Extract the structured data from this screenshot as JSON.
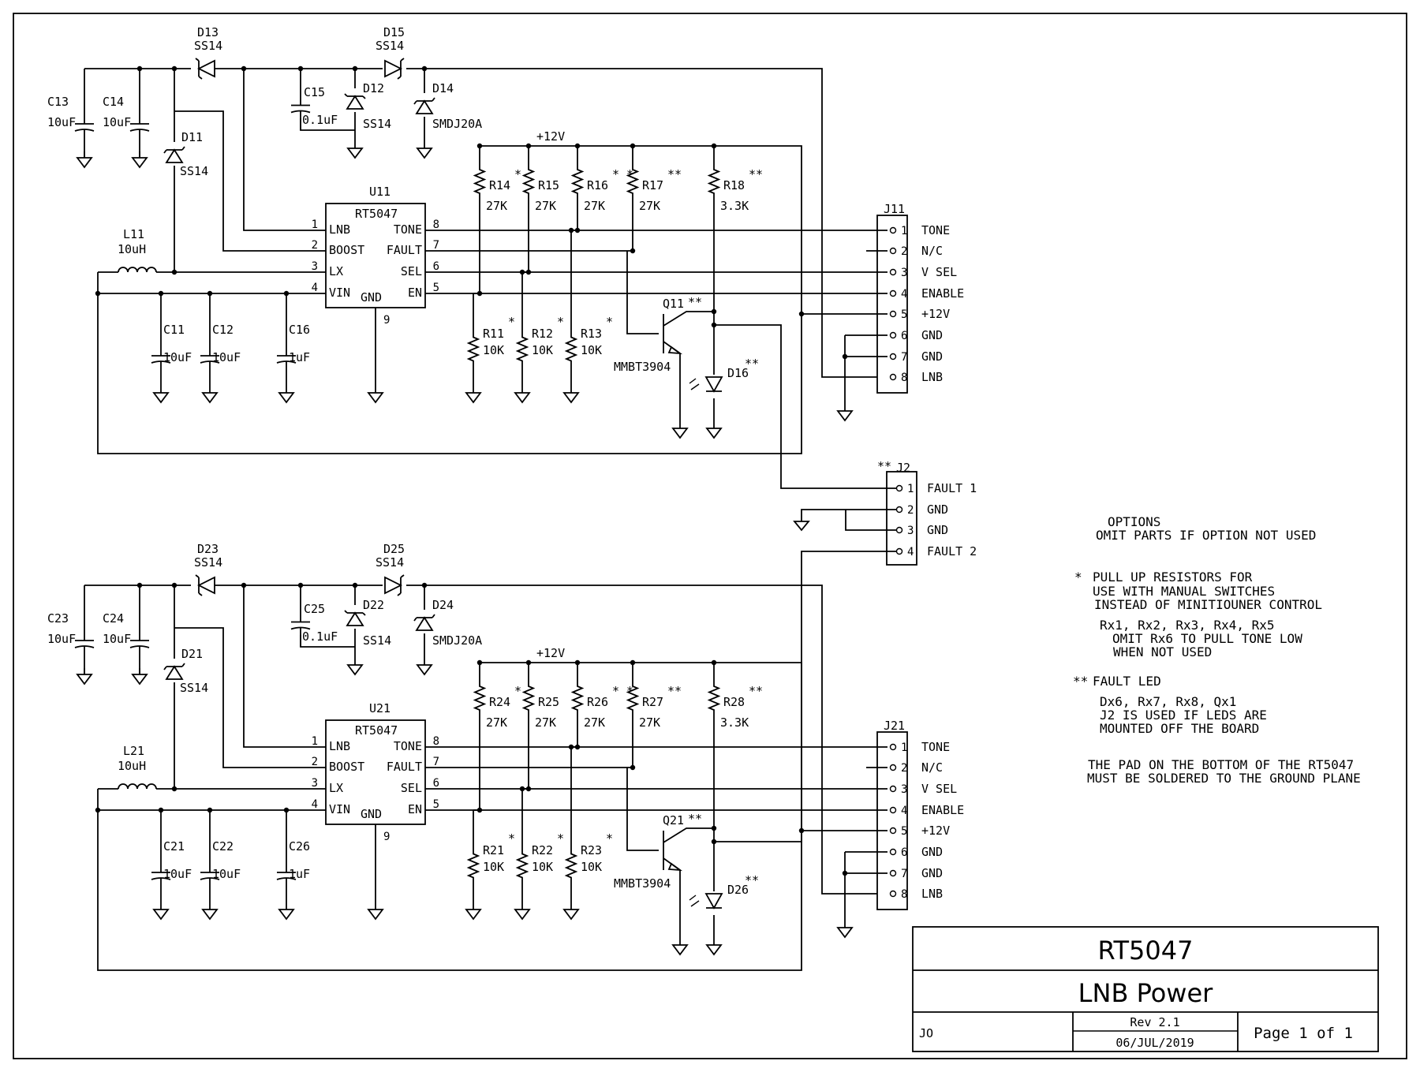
{
  "title_block": {
    "title": "RT5047",
    "subtitle": "LNB Power",
    "author": "JO",
    "rev": "Rev 2.1",
    "date": "06/JUL/2019",
    "page": "Page 1 of 1"
  },
  "channels": [
    {
      "ic": {
        "ref": "U11",
        "part": "RT5047",
        "gnd_pin": "9",
        "left_pins": [
          {
            "num": "1",
            "name": "LNB"
          },
          {
            "num": "2",
            "name": "BOOST"
          },
          {
            "num": "3",
            "name": "LX"
          },
          {
            "num": "4",
            "name": "VIN"
          }
        ],
        "right_pins": [
          {
            "num": "8",
            "name": "TONE"
          },
          {
            "num": "7",
            "name": "FAULT"
          },
          {
            "num": "6",
            "name": "SEL"
          },
          {
            "num": "5",
            "name": "EN"
          }
        ],
        "gnd_label": "GND"
      },
      "d_top1": {
        "ref": "D13",
        "val": "SS14"
      },
      "d_top2": {
        "ref": "D15",
        "val": "SS14"
      },
      "d_mid": {
        "ref": "D12",
        "val": "SS14"
      },
      "d_tvs": {
        "ref": "D14",
        "val": "SMDJ20A"
      },
      "d_left": {
        "ref": "D11",
        "val": "SS14"
      },
      "c_a": {
        "ref": "C13",
        "val": "10uF"
      },
      "c_b": {
        "ref": "C14",
        "val": "10uF"
      },
      "c_boost": {
        "ref": "C15",
        "val": "0.1uF"
      },
      "c_in1": {
        "ref": "C11",
        "val": "10uF"
      },
      "c_in2": {
        "ref": "C12",
        "val": "10uF"
      },
      "c_in3": {
        "ref": "C16",
        "val": "1uF"
      },
      "inductor": {
        "ref": "L11",
        "val": "10uH"
      },
      "rail": "+12V",
      "pullups": [
        {
          "ref": "R14",
          "val": "27K",
          "mark": "*"
        },
        {
          "ref": "R15",
          "val": "27K",
          "mark": ""
        },
        {
          "ref": "R16",
          "val": "27K",
          "mark": "* *"
        },
        {
          "ref": "R17",
          "val": "27K",
          "mark": "**"
        },
        {
          "ref": "R18",
          "val": "3.3K",
          "mark": "**"
        }
      ],
      "pulldowns": [
        {
          "ref": "R11",
          "val": "10K",
          "mark": "*"
        },
        {
          "ref": "R12",
          "val": "10K",
          "mark": "*"
        },
        {
          "ref": "R13",
          "val": "10K",
          "mark": "*"
        }
      ],
      "transistor": {
        "ref": "Q11",
        "mark": "**",
        "part": "MMBT3904"
      },
      "led": {
        "ref": "D16",
        "mark": "**"
      },
      "connector": {
        "ref": "J11",
        "pins": [
          {
            "num": "1",
            "name": "TONE"
          },
          {
            "num": "2",
            "name": "N/C"
          },
          {
            "num": "3",
            "name": "V  SEL"
          },
          {
            "num": "4",
            "name": "ENABLE"
          },
          {
            "num": "5",
            "name": "+12V"
          },
          {
            "num": "6",
            "name": "GND"
          },
          {
            "num": "7",
            "name": "GND"
          },
          {
            "num": "8",
            "name": "LNB"
          }
        ]
      }
    },
    {
      "ic": {
        "ref": "U21",
        "part": "RT5047",
        "gnd_pin": "9",
        "left_pins": [
          {
            "num": "1",
            "name": "LNB"
          },
          {
            "num": "2",
            "name": "BOOST"
          },
          {
            "num": "3",
            "name": "LX"
          },
          {
            "num": "4",
            "name": "VIN"
          }
        ],
        "right_pins": [
          {
            "num": "8",
            "name": "TONE"
          },
          {
            "num": "7",
            "name": "FAULT"
          },
          {
            "num": "6",
            "name": "SEL"
          },
          {
            "num": "5",
            "name": "EN"
          }
        ],
        "gnd_label": "GND"
      },
      "d_top1": {
        "ref": "D23",
        "val": "SS14"
      },
      "d_top2": {
        "ref": "D25",
        "val": "SS14"
      },
      "d_mid": {
        "ref": "D22",
        "val": "SS14"
      },
      "d_tvs": {
        "ref": "D24",
        "val": "SMDJ20A"
      },
      "d_left": {
        "ref": "D21",
        "val": "SS14"
      },
      "c_a": {
        "ref": "C23",
        "val": "10uF"
      },
      "c_b": {
        "ref": "C24",
        "val": "10uF"
      },
      "c_boost": {
        "ref": "C25",
        "val": "0.1uF"
      },
      "c_in1": {
        "ref": "C21",
        "val": "10uF"
      },
      "c_in2": {
        "ref": "C22",
        "val": "10uF"
      },
      "c_in3": {
        "ref": "C26",
        "val": "1uF"
      },
      "inductor": {
        "ref": "L21",
        "val": "10uH"
      },
      "rail": "+12V",
      "pullups": [
        {
          "ref": "R24",
          "val": "27K",
          "mark": "*"
        },
        {
          "ref": "R25",
          "val": "27K",
          "mark": ""
        },
        {
          "ref": "R26",
          "val": "27K",
          "mark": "* *"
        },
        {
          "ref": "R27",
          "val": "27K",
          "mark": "**"
        },
        {
          "ref": "R28",
          "val": "3.3K",
          "mark": "**"
        }
      ],
      "pulldowns": [
        {
          "ref": "R21",
          "val": "10K",
          "mark": "*"
        },
        {
          "ref": "R22",
          "val": "10K",
          "mark": "*"
        },
        {
          "ref": "R23",
          "val": "10K",
          "mark": "*"
        }
      ],
      "transistor": {
        "ref": "Q21",
        "mark": "**",
        "part": "MMBT3904"
      },
      "led": {
        "ref": "D26",
        "mark": "**"
      },
      "connector": {
        "ref": "J21",
        "pins": [
          {
            "num": "1",
            "name": "TONE"
          },
          {
            "num": "2",
            "name": "N/C"
          },
          {
            "num": "3",
            "name": "V  SEL"
          },
          {
            "num": "4",
            "name": "ENABLE"
          },
          {
            "num": "5",
            "name": "+12V"
          },
          {
            "num": "6",
            "name": "GND"
          },
          {
            "num": "7",
            "name": "GND"
          },
          {
            "num": "8",
            "name": "LNB"
          }
        ]
      }
    }
  ],
  "j2": {
    "ref": "J2",
    "mark": "**",
    "pins": [
      {
        "num": "1",
        "name": "FAULT 1"
      },
      {
        "num": "2",
        "name": "GND"
      },
      {
        "num": "3",
        "name": "GND"
      },
      {
        "num": "4",
        "name": "FAULT 2"
      }
    ]
  },
  "notes": {
    "options_title": "OPTIONS",
    "options_sub": "OMIT PARTS IF OPTION NOT USED",
    "star_mark": "*",
    "star_l1": "PULL UP RESISTORS FOR",
    "star_l2": "USE WITH MANUAL SWITCHES",
    "star_l3": "INSTEAD OF MINITIOUNER CONTROL",
    "star_l4": "Rx1, Rx2, Rx3, Rx4, Rx5",
    "star_l5": "OMIT Rx6 TO PULL TONE LOW",
    "star_l6": "WHEN NOT USED",
    "dstar_mark": "**",
    "dstar_l1": "FAULT LED",
    "dstar_l2": "Dx6, Rx7, Rx8, Qx1",
    "dstar_l3": "J2 IS USED IF LEDS ARE",
    "dstar_l4": "MOUNTED OFF THE BOARD",
    "pad_l1": "THE PAD ON THE BOTTOM OF THE RT5047",
    "pad_l2": "MUST BE SOLDERED TO THE GROUND PLANE"
  }
}
